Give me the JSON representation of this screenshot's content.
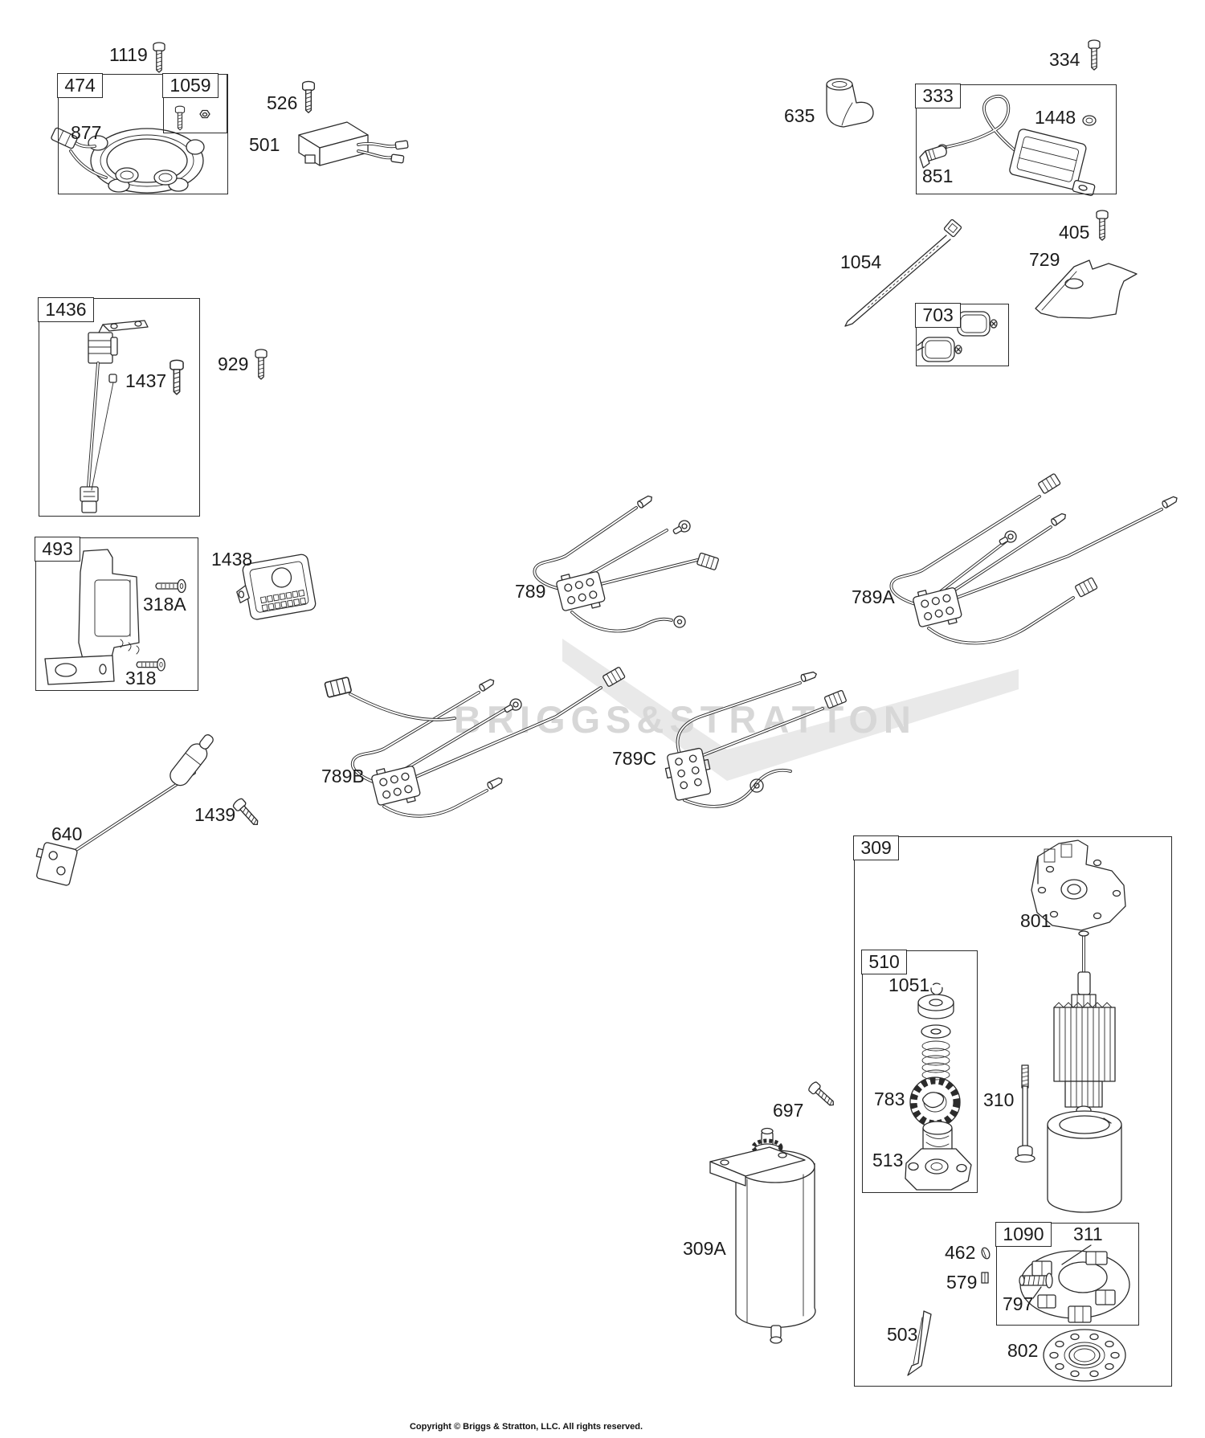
{
  "colors": {
    "line": "#2b2b2b",
    "watermark_text": "#d7d7d7",
    "watermark_swoosh": "#e9e9e9"
  },
  "watermark": {
    "text": "BRIGGS&STRATTON"
  },
  "footer": {
    "copyright": "Copyright © Briggs & Stratton, LLC. All rights reserved."
  },
  "boxes": {
    "b474": "474",
    "b1059": "1059",
    "b333": "333",
    "b703": "703",
    "b1436": "1436",
    "b493": "493",
    "b309": "309",
    "b510": "510",
    "b1090": "1090"
  },
  "callouts": {
    "c1119": "1119",
    "c877": "877",
    "c526": "526",
    "c501": "501",
    "c334": "334",
    "c635": "635",
    "c1448": "1448",
    "c851": "851",
    "c405": "405",
    "c1054": "1054",
    "c729": "729",
    "c929": "929",
    "c1437": "1437",
    "c318A": "318A",
    "c318": "318",
    "c1438": "1438",
    "c789": "789",
    "c789A": "789A",
    "c789B": "789B",
    "c789C": "789C",
    "c640": "640",
    "c1439": "1439",
    "c697": "697",
    "c801": "801",
    "c1051": "1051",
    "c783": "783",
    "c513": "513",
    "c310": "310",
    "c309A": "309A",
    "c462": "462",
    "c579": "579",
    "c311": "311",
    "c797": "797",
    "c503": "503",
    "c802": "802"
  }
}
